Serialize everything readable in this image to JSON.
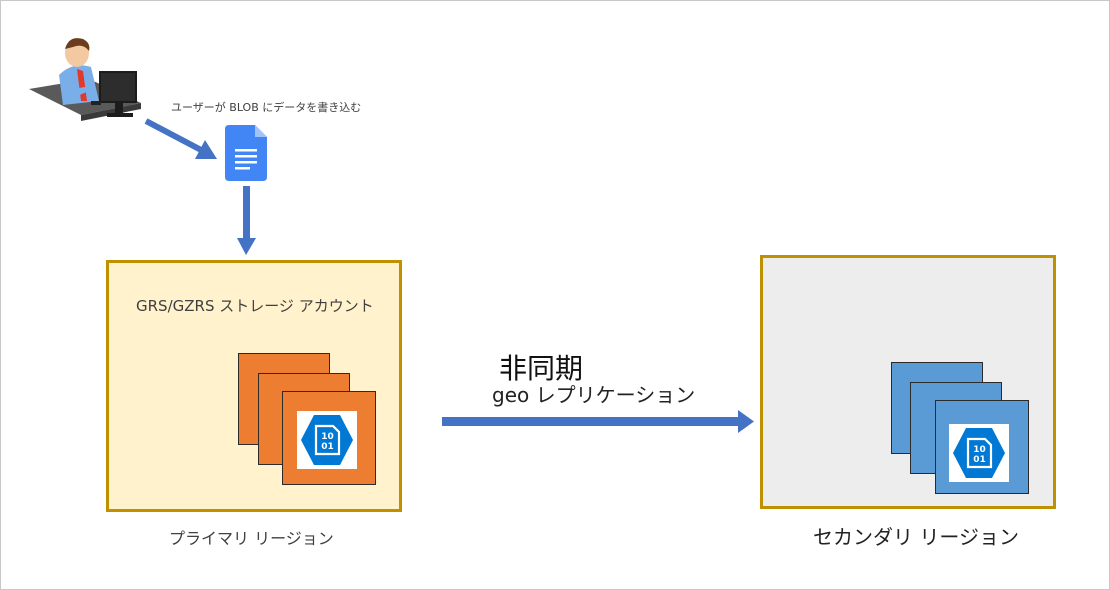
{
  "texts": {
    "user_caption": "ユーザーが BLOB にデータを書き込む",
    "primary_title": "GRS/GZRS ストレージ アカウント",
    "primary_caption": "プライマリ リージョン",
    "secondary_caption": "セカンダリ リージョン",
    "async_label": "非同期",
    "geo_label": "geo レプリケーション"
  },
  "icons": {
    "user": "user-at-computer-icon",
    "document": "document-icon",
    "blob": "blob-storage-icon"
  },
  "colors": {
    "region_border": "#bf9000",
    "primary_fill": "#fff2cc",
    "secondary_fill": "#ededed",
    "primary_stack": "#ed7d31",
    "secondary_stack": "#5b9bd5",
    "blob_icon": "#0078d4",
    "arrow": "#4472c4",
    "document": "#4285f4"
  }
}
